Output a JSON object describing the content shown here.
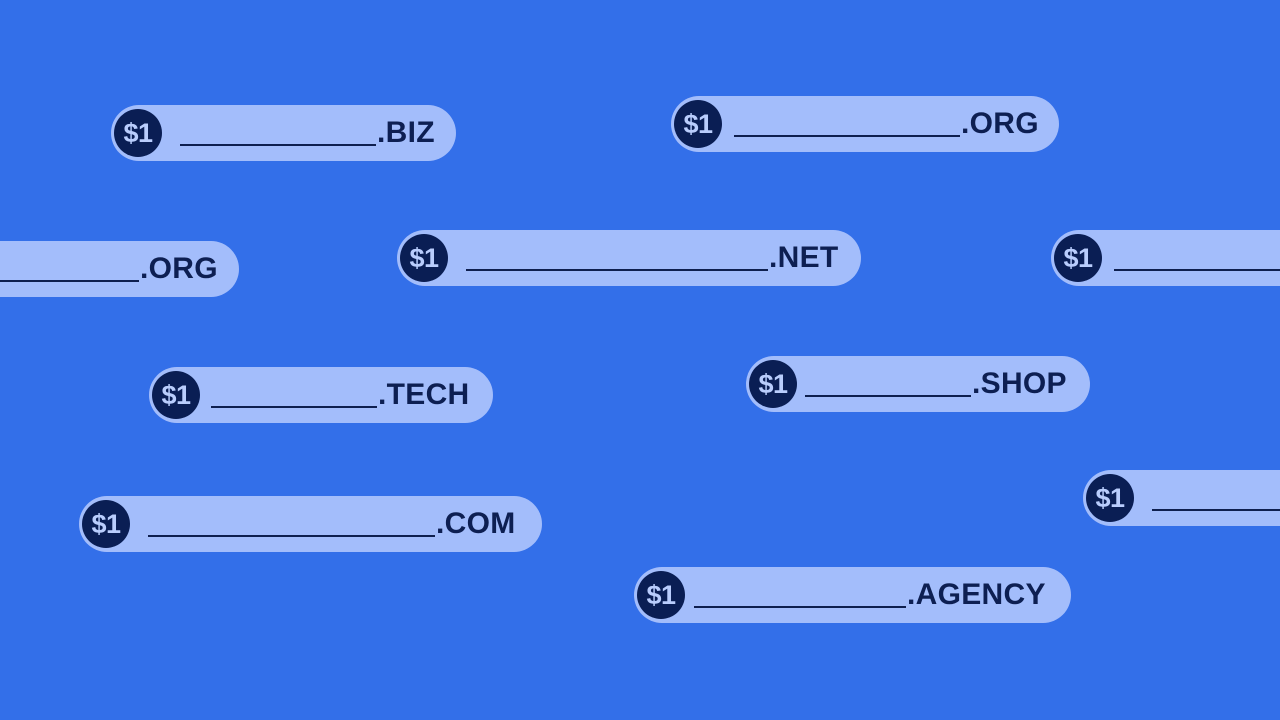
{
  "background_color": "#336fe9",
  "pill_color": "#a3bdfb",
  "badge_color": "#0a1e54",
  "price_label": "$1",
  "domains": [
    {
      "tld": ".BIZ"
    },
    {
      "tld": ".ORG"
    },
    {
      "tld": ".ORG"
    },
    {
      "tld": ".NET"
    },
    {
      "tld": ""
    },
    {
      "tld": ".TECH"
    },
    {
      "tld": ".SHOP"
    },
    {
      "tld": ".COM"
    },
    {
      "tld": ""
    },
    {
      "tld": ".AGENCY"
    }
  ]
}
